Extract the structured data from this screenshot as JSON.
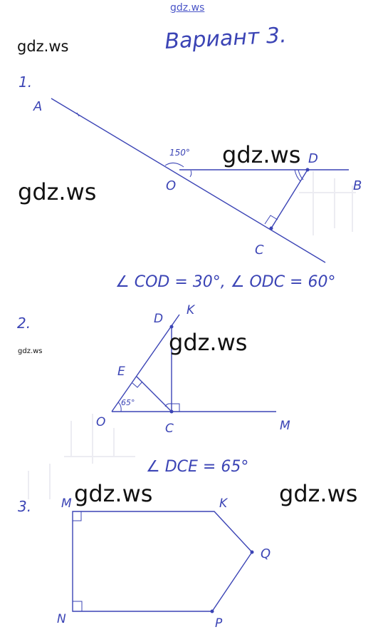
{
  "watermark": {
    "text": "gdz.ws"
  },
  "title": "Вариант 3.",
  "problem1": {
    "number": "1.",
    "labels": {
      "A": "A",
      "O": "O",
      "D": "D",
      "B": "B",
      "C": "C"
    },
    "angle_label": "150°",
    "answer": "∠ COD = 30°,  ∠ ODC = 60°"
  },
  "problem2": {
    "number": "2.",
    "labels": {
      "D": "D",
      "K": "K",
      "E": "E",
      "O": "O",
      "C": "C",
      "M": "M"
    },
    "angle_label": "65°",
    "answer": "∠ DCE = 65°"
  },
  "problem3": {
    "number": "3.",
    "labels": {
      "M": "M",
      "K": "K",
      "Q": "Q",
      "N": "N",
      "P": "P"
    }
  },
  "colors": {
    "ink": "#3b44b5",
    "watermark": "#111111",
    "watermark_top": "#4a55c8"
  }
}
